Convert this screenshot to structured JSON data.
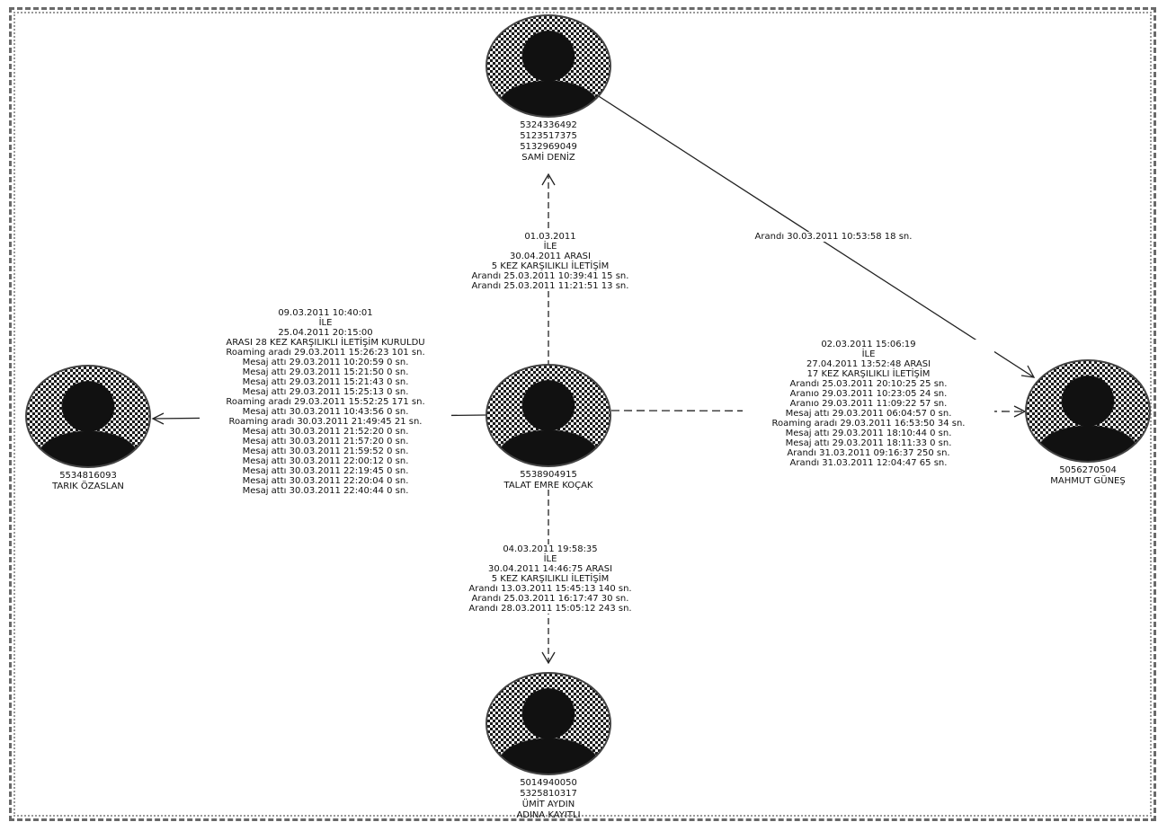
{
  "nodes": {
    "top": {
      "lines": [
        "5324336492",
        "5123517375",
        "5132969049",
        "SAMİ DENİZ"
      ]
    },
    "center": {
      "lines": [
        "5538904915",
        "TALAT EMRE KOÇAK"
      ]
    },
    "left": {
      "lines": [
        "5534816093",
        "TARIK ÖZASLAN"
      ]
    },
    "right": {
      "lines": [
        "5056270504",
        "MAHMUT GÜNEŞ"
      ]
    },
    "bottom": {
      "lines": [
        "5014940050",
        "5325810317",
        "ÜMİT AYDIN",
        "ADINA KAYITLI"
      ]
    }
  },
  "edges": {
    "up": {
      "lines": [
        "01.03.2011",
        "İLE",
        "30.04.2011 ARASI",
        "5 KEZ KARŞILIKLI İLETİŞİM",
        "Arandı 25.03.2011 10:39:41 15 sn.",
        "Arandı 25.03.2011 11:21:51 13 sn."
      ]
    },
    "diag": {
      "lines": [
        "Arandı 30.03.2011 10:53:58 18 sn."
      ]
    },
    "left": {
      "lines": [
        "09.03.2011 10:40:01",
        "İLE",
        "25.04.2011 20:15:00",
        "ARASI 28 KEZ KARŞILIKLI İLETİŞİM KURULDU",
        "Roaming aradı 29.03.2011 15:26:23 101 sn.",
        "Mesaj attı 29.03.2011 10:20:59 0 sn.",
        "Mesaj attı 29.03.2011 15:21:50 0 sn.",
        "Mesaj attı 29.03.2011 15:21:43 0 sn.",
        "Mesaj attı 29.03.2011 15:25:13 0 sn.",
        "Roaming aradı 29.03.2011 15:52:25 171 sn.",
        "Mesaj attı 30.03.2011 10:43:56 0 sn.",
        "Roaming aradı 30.03.2011 21:49:45 21 sn.",
        "Mesaj attı 30.03.2011 21:52:20 0 sn.",
        "Mesaj attı 30.03.2011 21:57:20 0 sn.",
        "Mesaj attı 30.03.2011 21:59:52 0 sn.",
        "Mesaj attı 30.03.2011 22:00:12 0 sn.",
        "Mesaj attı 30.03.2011 22:19:45 0 sn.",
        "Mesaj attı 30.03.2011 22:20:04 0 sn.",
        "Mesaj attı 30.03.2011 22:40:44 0 sn."
      ]
    },
    "right": {
      "lines": [
        "02.03.2011 15:06:19",
        "İLE",
        "27.04.2011 13:52:48 ARASI",
        "17 KEZ KARŞILIKLI İLETİŞİM",
        "Arandı 25.03.2011 20:10:25 25 sn.",
        "Aranıo 29.03.2011 10:23:05 24 sn.",
        "Aranıo 29.03.2011 11:09:22 57 sn.",
        "Mesaj attı 29.03.2011 06:04:57 0 sn.",
        "Roaming aradı 29.03.2011 16:53:50 34 sn.",
        "Mesaj attı 29.03.2011 18:10:44 0 sn.",
        "Mesaj attı 29.03.2011 18:11:33 0 sn.",
        "Arandı 31.03.2011 09:16:37 250 sn.",
        "Arandı 31.03.2011 12:04:47 65 sn."
      ]
    },
    "down": {
      "lines": [
        "04.03.2011 19:58:35",
        "İLE",
        "30.04.2011 14:46:75 ARASI",
        "5 KEZ KARŞILIKLI İLETİŞİM",
        "Arandı 13.03.2011 15:45:13 140 sn.",
        "Arandı 25.03.2011 16:17:47 30 sn.",
        "Arandı 28.03.2011 15:05:12 243 sn."
      ]
    }
  }
}
